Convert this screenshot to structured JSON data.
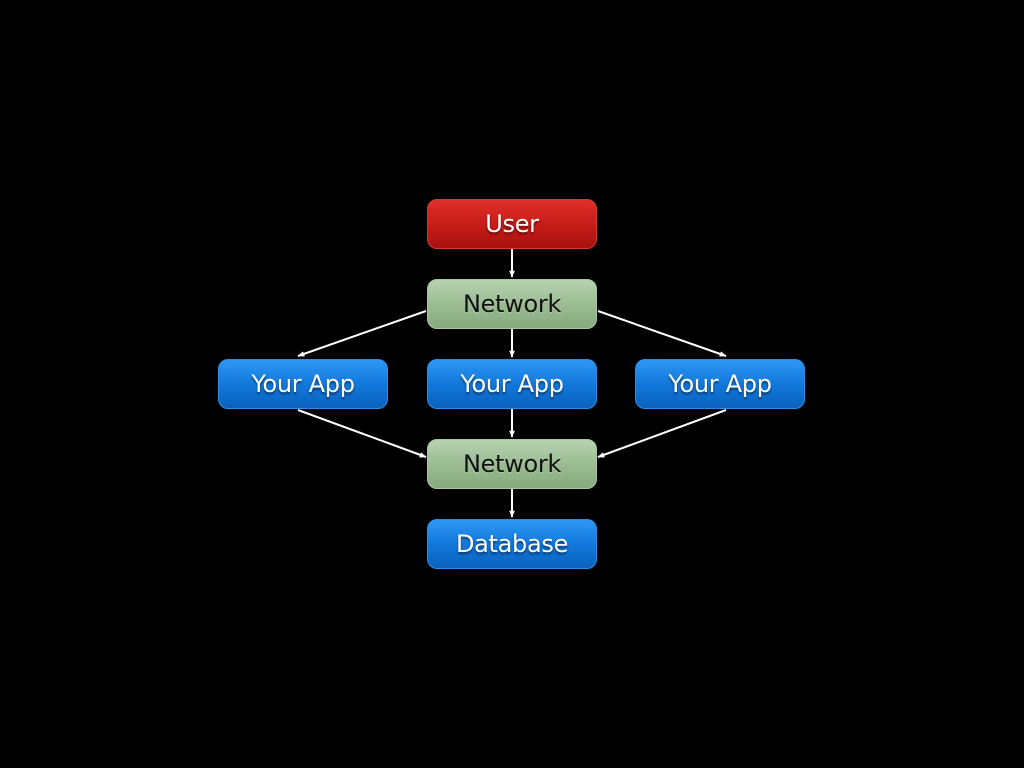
{
  "diagram": {
    "background": "#000000",
    "colors": {
      "user": "#c81d18",
      "network": "#9cbd94",
      "app": "#1279dc",
      "database": "#1279dc",
      "connector": "#ffffff"
    },
    "nodes": {
      "user": {
        "label": "User"
      },
      "network_top": {
        "label": "Network"
      },
      "app_left": {
        "label": "Your App"
      },
      "app_center": {
        "label": "Your App"
      },
      "app_right": {
        "label": "Your App"
      },
      "network_bottom": {
        "label": "Network"
      },
      "database": {
        "label": "Database"
      }
    },
    "edges": [
      {
        "from": "user",
        "to": "network_top"
      },
      {
        "from": "network_top",
        "to": "app_left"
      },
      {
        "from": "network_top",
        "to": "app_center"
      },
      {
        "from": "network_top",
        "to": "app_right"
      },
      {
        "from": "app_left",
        "to": "network_bottom"
      },
      {
        "from": "app_center",
        "to": "network_bottom"
      },
      {
        "from": "app_right",
        "to": "network_bottom"
      },
      {
        "from": "network_bottom",
        "to": "database"
      }
    ]
  }
}
